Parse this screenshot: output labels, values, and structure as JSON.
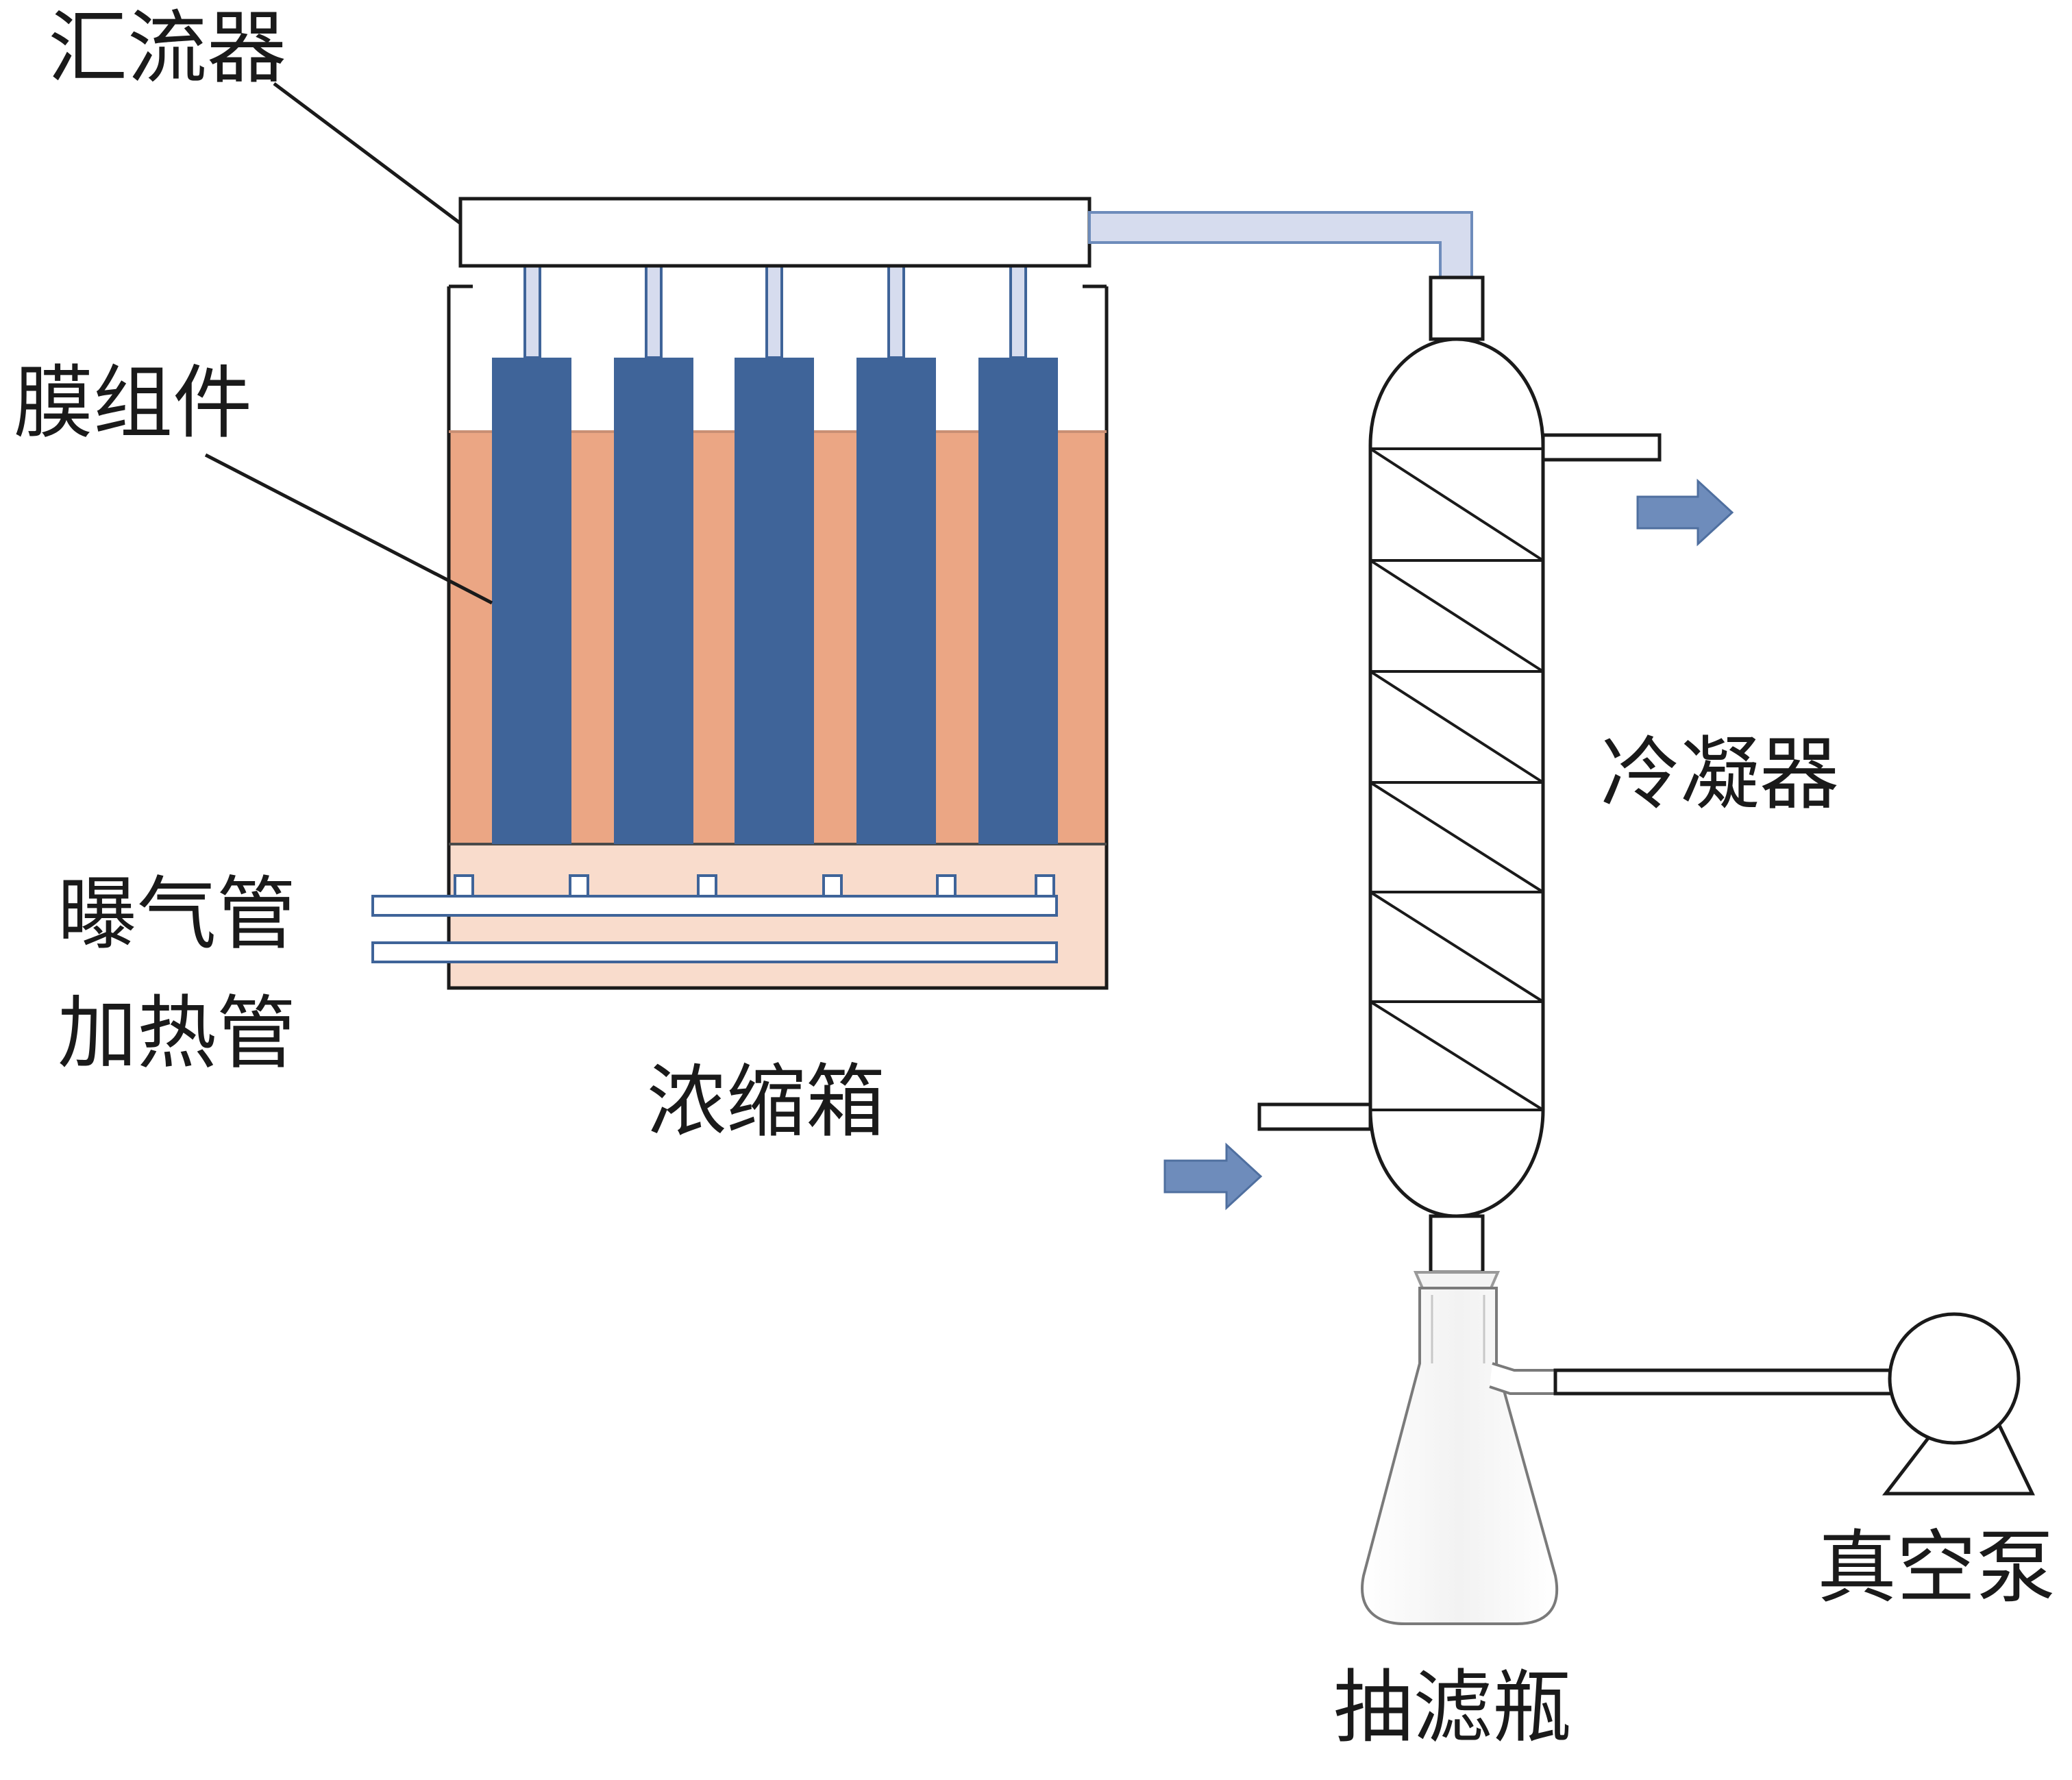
{
  "labels": {
    "collector": "汇流器",
    "membrane_module": "膜组件",
    "aeration_pipe": "曝气管",
    "heating_pipe": "加热管",
    "concentration_tank": "浓缩箱",
    "condenser": "冷凝器",
    "suction_flask": "抽滤瓶",
    "vacuum_pump": "真空泵"
  },
  "colors": {
    "membrane": "#3f6499",
    "liquid": "#eba684",
    "sludge_zone": "#f9dccc",
    "vapor_pipe": "#d6dcee",
    "arrow": "#6e8cbb",
    "line": "#1a1a1a",
    "background": "#ffffff"
  }
}
